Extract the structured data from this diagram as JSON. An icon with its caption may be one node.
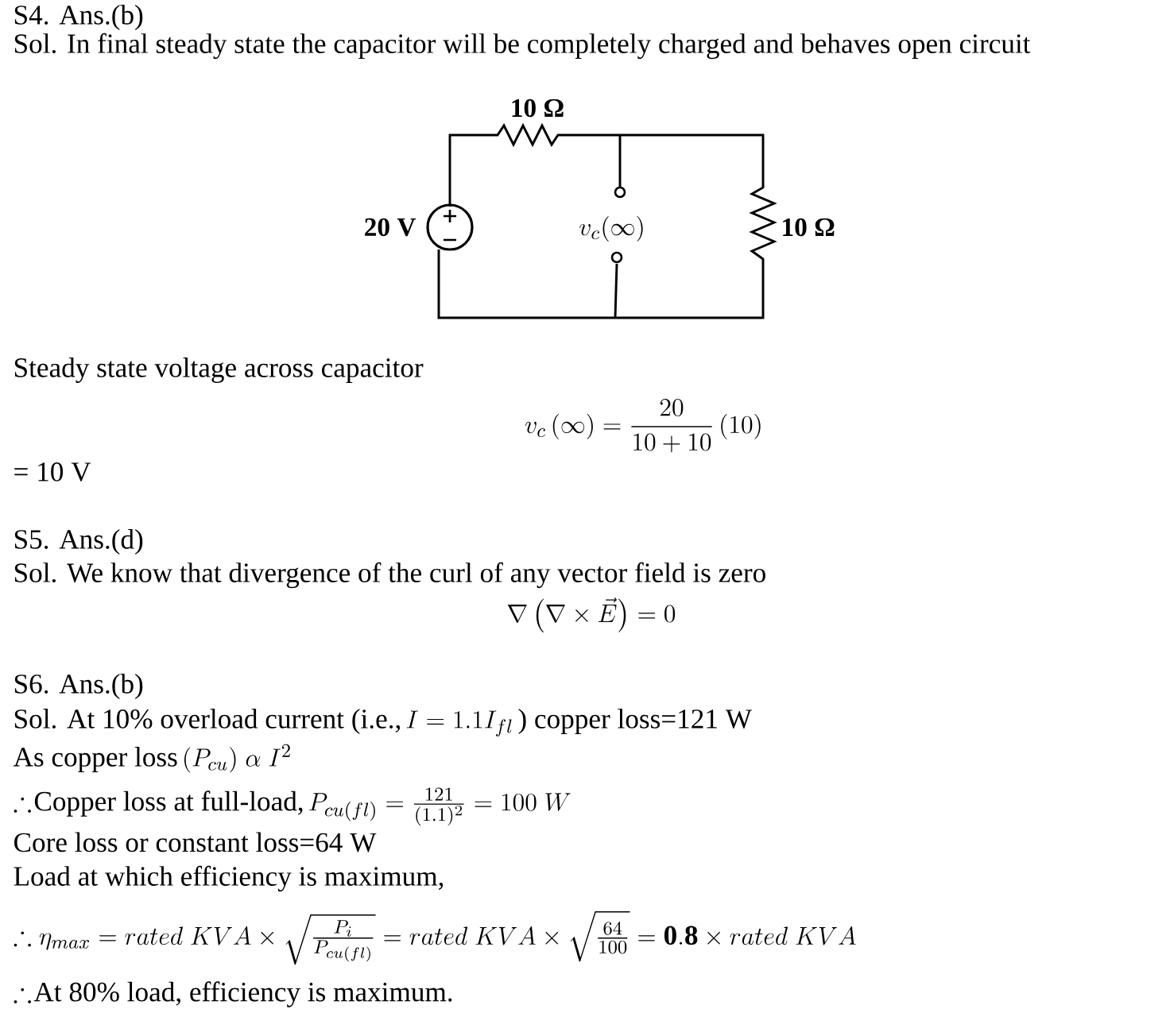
{
  "diagram": {
    "labels": [
      "S4. Ans.(b)",
      "Sol. In final steady state the capacitor will be completely charged and behaves open circuit",
      "10 Ω",
      "20 V",
      "v_{c}(\\infty)",
      "10 Ω",
      "Steady state voltage across capacitor",
      "v_c\\,(\\infty) = \\frac{20}{10+10}\\,(10)",
      "= 10 V",
      "S5. Ans.(d)",
      "Sol. We know that divergence of the curl of any vector field is zero",
      "\\nabla\\left(\\nabla\\times\\vec{E}\\right) = 0",
      "S6. Ans.(b)",
      "Sol. At 10% overload current (i.e.,",
      "I = 1.1I_{fl}",
      ") copper loss=121 W",
      "As copper loss",
      "(P_{cu})\\ \\alpha\\ I^{2}",
      "\\therefore",
      "Copper loss at full-load,",
      "P_{cu(fl)} = \\frac{121}{(1.1)^{2}} = 100\\ W",
      "Core loss or constant loss=64 W",
      "Load at which efficiency is maximum,",
      "\\therefore\\eta_{max} = rated\\ KVA\\times\\sqrt{\\frac{P_i}{P_{cu(fl)}}} = rated\\ KVA\\times\\sqrt{\\frac{64}{100}} = \\mathbf{0.8}\\times rated\\ KVA",
      "\\therefore",
      "At 80% load, efficiency is maximum."
    ]
  }
}
